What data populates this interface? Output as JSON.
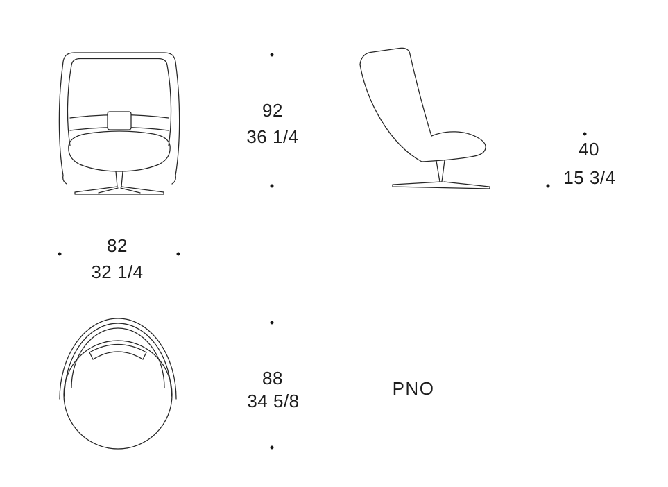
{
  "drawing": {
    "product_code": "PNO",
    "type": "armchair-dimension-sheet"
  },
  "dimensions": {
    "height": {
      "metric": "92",
      "imperial": "36 1/4"
    },
    "seat_height": {
      "metric": "40",
      "imperial": "15 3/4"
    },
    "width": {
      "metric": "82",
      "imperial": "32 1/4"
    },
    "depth": {
      "metric": "88",
      "imperial": "34 5/8"
    }
  },
  "colors": {
    "line": "#262626",
    "text": "#1d1d1d",
    "marker": "#161616",
    "background": "#ffffff"
  }
}
